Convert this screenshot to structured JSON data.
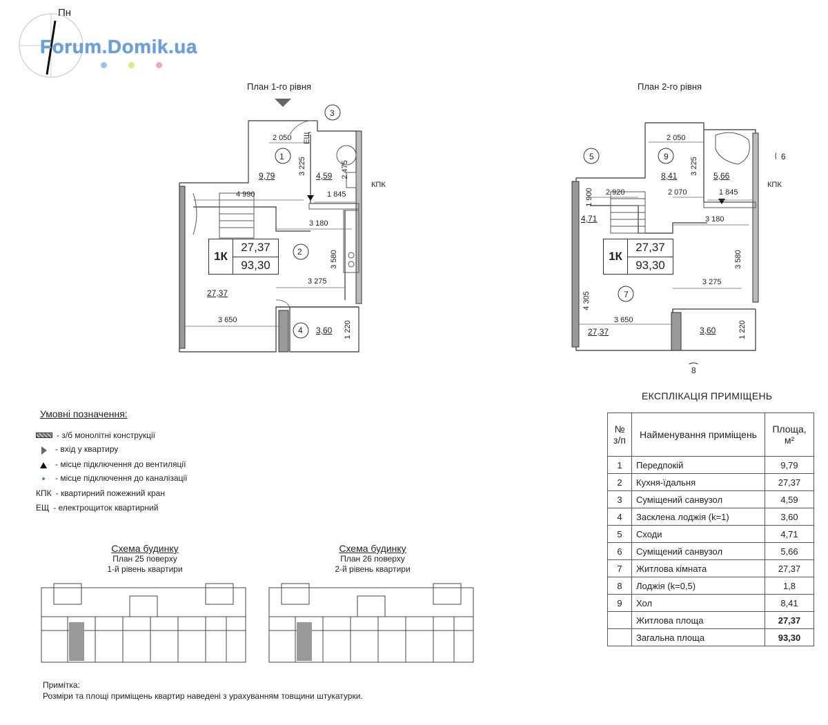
{
  "logo": {
    "text": "Forum.Domik.ua",
    "north_label": "Пн",
    "dot_colors": [
      "#9dc3e6",
      "#dfe88a",
      "#f2a6c3"
    ]
  },
  "plan1": {
    "title": "План 1-го рівня",
    "room_numbers": [
      "1",
      "2",
      "3",
      "4"
    ],
    "areas": {
      "r1": "9,79",
      "r3": "4,59",
      "r4": "3,60",
      "kitchen": "27,37"
    },
    "dims": [
      "2 050",
      "3 225",
      "2 475",
      "4 990",
      "1 845",
      "3 180",
      "3 580",
      "3 275",
      "3 650",
      "1 220"
    ],
    "kpk": "КПК",
    "eshch": "ЕЩ",
    "badge": {
      "type": "1К",
      "living": "27,37",
      "total": "93,30"
    }
  },
  "plan2": {
    "title": "План 2-го рівня",
    "room_numbers": [
      "5",
      "6",
      "7",
      "8",
      "9"
    ],
    "areas": {
      "r9": "8,41",
      "r6": "5,66",
      "r5": "4,71",
      "r8": "3,60",
      "r7": "27,37"
    },
    "dims": [
      "2 050",
      "3 225",
      "1 900",
      "2 920",
      "2 070",
      "1 845",
      "3 180",
      "4 305",
      "3 580",
      "3 275",
      "3 650",
      "1 220"
    ],
    "kpk": "КПК",
    "badge": {
      "type": "1К",
      "living": "27,37",
      "total": "93,30"
    }
  },
  "legend": {
    "title": "Умовні позначення:",
    "items": [
      {
        "sym": "wall",
        "text": "- з/б монолітні конструкції"
      },
      {
        "sym": "entry",
        "text": "- вхід у квартиру"
      },
      {
        "sym": "vent",
        "text": "- місце підключення до вентиляції"
      },
      {
        "sym": "sewer",
        "text": "- місце підключення до каналізації"
      },
      {
        "sym": "КПК",
        "text": "- квартирний пожежний кран"
      },
      {
        "sym": "ЕЩ",
        "text": "- електрощиток квартирний"
      }
    ]
  },
  "schemes": [
    {
      "title": "Схема будинку",
      "line1": "План 25 поверху",
      "line2": "1-й рівень квартири"
    },
    {
      "title": "Схема будинку",
      "line1": "План 26 поверху",
      "line2": "2-й рівень квартири"
    }
  ],
  "explication": {
    "title": "ЕКСПЛІКАЦІЯ ПРИМІЩЕНЬ",
    "headers": [
      "№ з/п",
      "Найменування приміщень",
      "Площа, м²"
    ],
    "rows": [
      [
        "1",
        "Передпокій",
        "9,79"
      ],
      [
        "2",
        "Кухня-їдальня",
        "27,37"
      ],
      [
        "3",
        "Суміщений санвузол",
        "4,59"
      ],
      [
        "4",
        "Засклена лоджія (k=1)",
        "3,60"
      ],
      [
        "5",
        "Сходи",
        "4,71"
      ],
      [
        "6",
        "Суміщений санвузол",
        "5,66"
      ],
      [
        "7",
        "Житлова кімната",
        "27,37"
      ],
      [
        "8",
        "Лоджія (k=0,5)",
        "1,8"
      ],
      [
        "9",
        "Хол",
        "8,41"
      ]
    ],
    "living_label": "Житлова площа",
    "living_value": "27,37",
    "total_label": "Загальна площа",
    "total_value": "93,30"
  },
  "note": {
    "title": "Примітка:",
    "text": "Розміри та площі приміщень квартир наведені з урахуванням товщини штукатурки."
  }
}
